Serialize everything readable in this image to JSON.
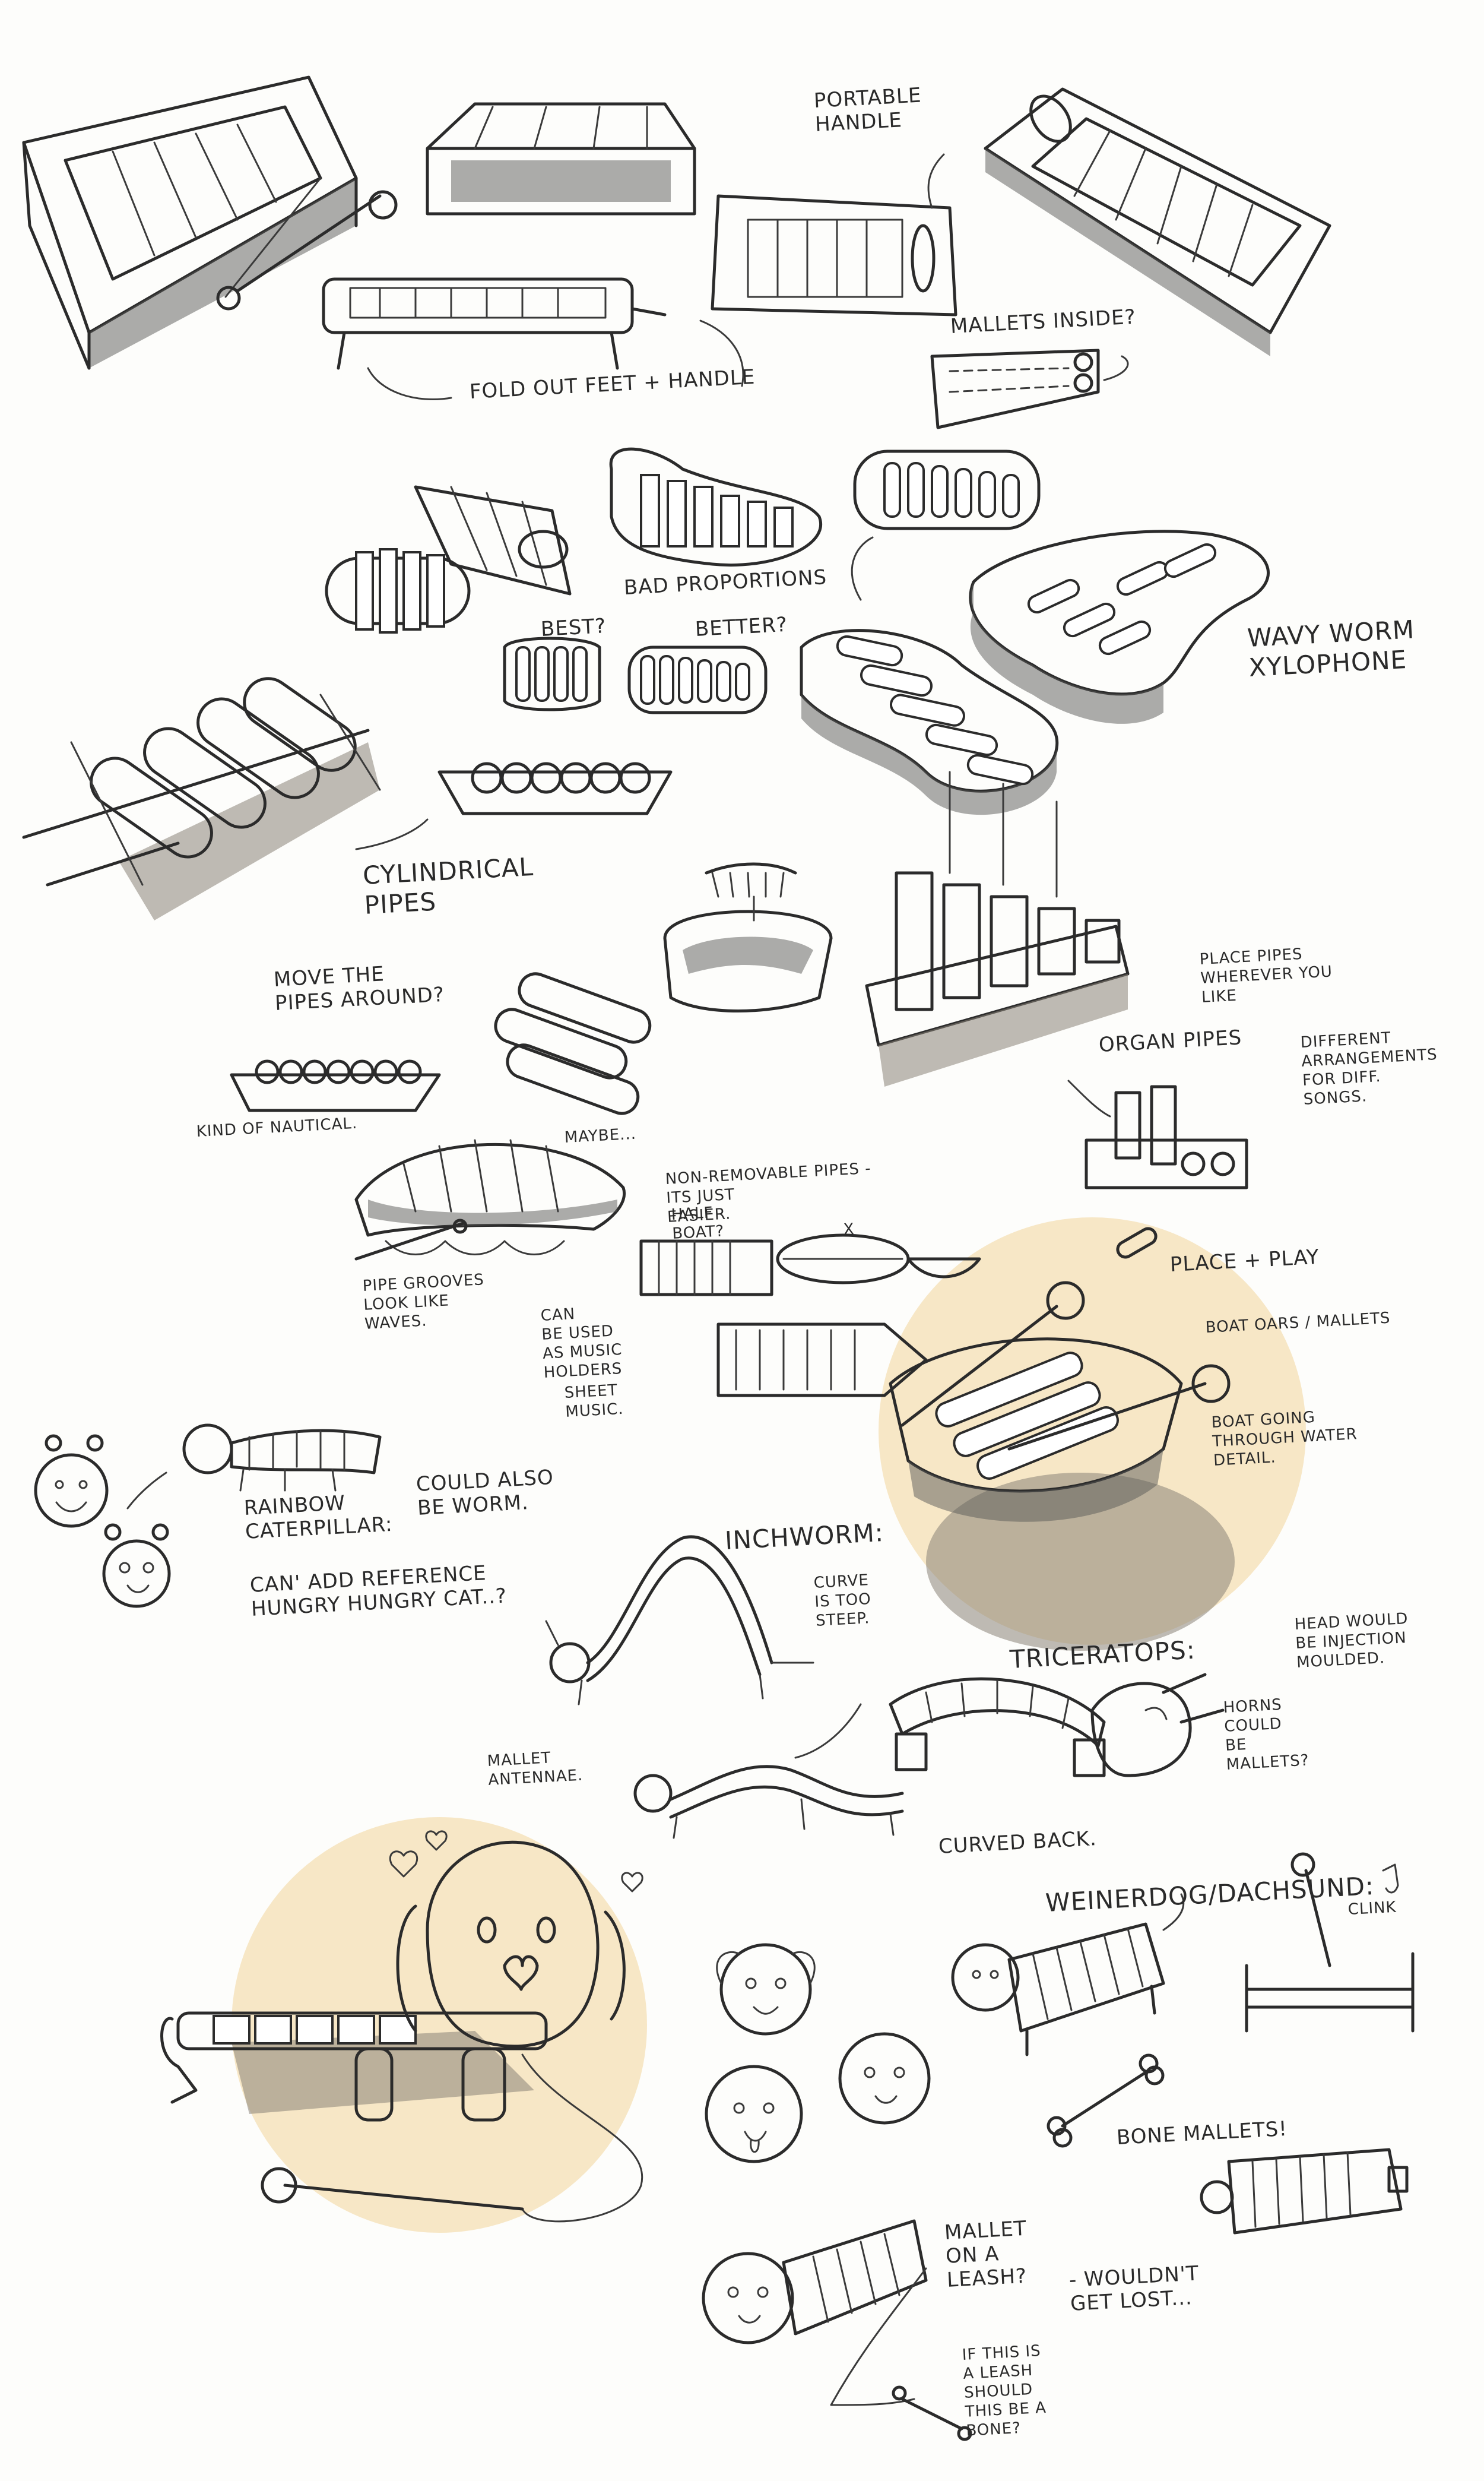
{
  "colors": {
    "paper": "#fdfdfb",
    "ink": "#2b2b2b",
    "highlight": "#f7e7c6",
    "shadow": "#8a8478"
  },
  "notes": {
    "portable_handle": "PORTABLE\nHANDLE",
    "fold_out": "FOLD OUT FEET + HANDLE",
    "mallets_inside": "MALLETS INSIDE?",
    "bad_proportions": "BAD PROPORTIONS",
    "best": "BEST?",
    "better": "BETTER?",
    "wavy_worm": "WAVY WORM\nXYLOPHONE",
    "cylindrical_pipes": "CYLINDRICAL\nPIPES",
    "move_pipes": "MOVE THE\nPIPES AROUND?",
    "kind_of_nautical": "KIND OF NAUTICAL.",
    "maybe": "MAYBE...",
    "place_pipes": "PLACE PIPES\nWHEREVER YOU\nLIKE",
    "organ_pipes": "ORGAN PIPES",
    "different_arrangements": "DIFFERENT\nARRANGEMENTS\nFOR DIFF.\nSONGS.",
    "non_removable": "NON-REMOVABLE PIPES -\nITS JUST\nEASIER.",
    "half_boat": "HALF\nBOAT?",
    "x_mark": "x",
    "place_play": "PLACE + PLAY",
    "pipe_grooves": "PIPE GROOVES\nLOOK LIKE\nWAVES.",
    "can_be_used": "CAN\nBE USED\nAS MUSIC\nHOLDERS",
    "sheet_music": "SHEET\nMUSIC.",
    "boat_oars": "BOAT OARS / MALLETS",
    "boat_going": "BOAT GOING\nTHROUGH WATER\nDETAIL.",
    "could_also": "COULD ALSO\nBE WORM.",
    "rainbow_caterpillar": "RAINBOW\nCATERPILLAR:",
    "can_add_reference": "CAN' ADD REFERENCE\nHUNGRY HUNGRY CAT..?",
    "inchworm": "INCHWORM:",
    "curve_too_steep": "CURVE\nIS TOO\nSTEEP.",
    "head_would": "HEAD WOULD\nBE INJECTION\nMOULDED.",
    "triceratops": "TRICERATOPS:",
    "horns_could": "HORNS\nCOULD\nBE\nMALLETS?",
    "mallet_antennae": "MALLET\nANTENNAE.",
    "curved_back": "CURVED BACK.",
    "weinerdog": "WEINERDOG/DACHSUND:",
    "clink": "CLINK",
    "bone_mallets": "BONE MALLETS!",
    "mallet_on_leash": "MALLET\nON A\nLEASH?",
    "wouldnt_get_lost": "- WOULDN'T\nGET LOST...",
    "if_this_is": "IF THIS IS\nA LEASH\nSHOULD\nTHIS BE A\nBONE?"
  }
}
